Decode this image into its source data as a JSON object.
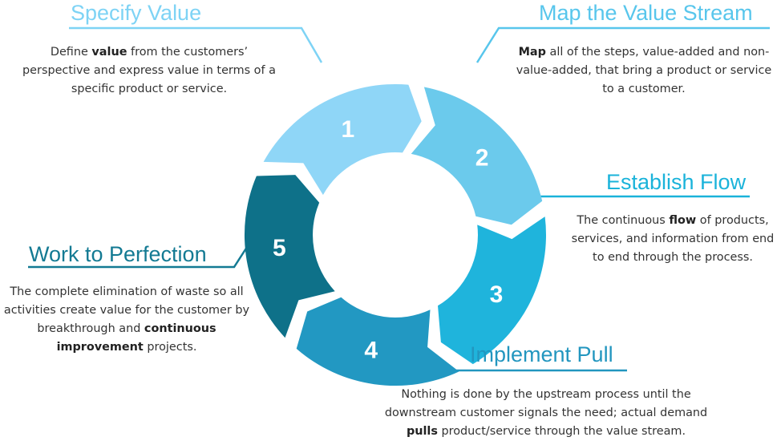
{
  "colors": {
    "step1": "#8fd6f7",
    "step2": "#6bcaec",
    "step3": "#1fb4dc",
    "step4": "#2298c2",
    "step5": "#0e7189",
    "title1": "#7ed3f5",
    "title2": "#58c6ec",
    "title3": "#1ab3da",
    "title4": "#2296bf",
    "title5": "#137a93"
  },
  "steps": [
    {
      "number": "1",
      "title": "Specify Value",
      "desc": [
        {
          "t": "Define "
        },
        {
          "t": "value",
          "b": true
        },
        {
          "t": " from the customers’ perspective and express value in terms of a specific product or service."
        }
      ]
    },
    {
      "number": "2",
      "title": "Map the Value Stream",
      "desc": [
        {
          "t": "Map",
          "b": true
        },
        {
          "t": " all of the steps, value-added and non-value-added, that bring a product or service to a customer."
        }
      ]
    },
    {
      "number": "3",
      "title": "Establish Flow",
      "desc": [
        {
          "t": "The continuous "
        },
        {
          "t": "flow",
          "b": true
        },
        {
          "t": " of products, services, and information from end to end through the process."
        }
      ]
    },
    {
      "number": "4",
      "title": "Implement Pull",
      "desc": [
        {
          "t": "Nothing is done by the upstream process until the downstream customer signals the need; actual demand "
        },
        {
          "t": "pulls",
          "b": true
        },
        {
          "t": " product/service through the value stream."
        }
      ]
    },
    {
      "number": "5",
      "title": "Work to Perfection",
      "desc": [
        {
          "t": "The complete elimination of waste so all activities create value for the customer by breakthrough and "
        },
        {
          "t": "continuous improvement",
          "b": true
        },
        {
          "t": " projects."
        }
      ]
    }
  ]
}
